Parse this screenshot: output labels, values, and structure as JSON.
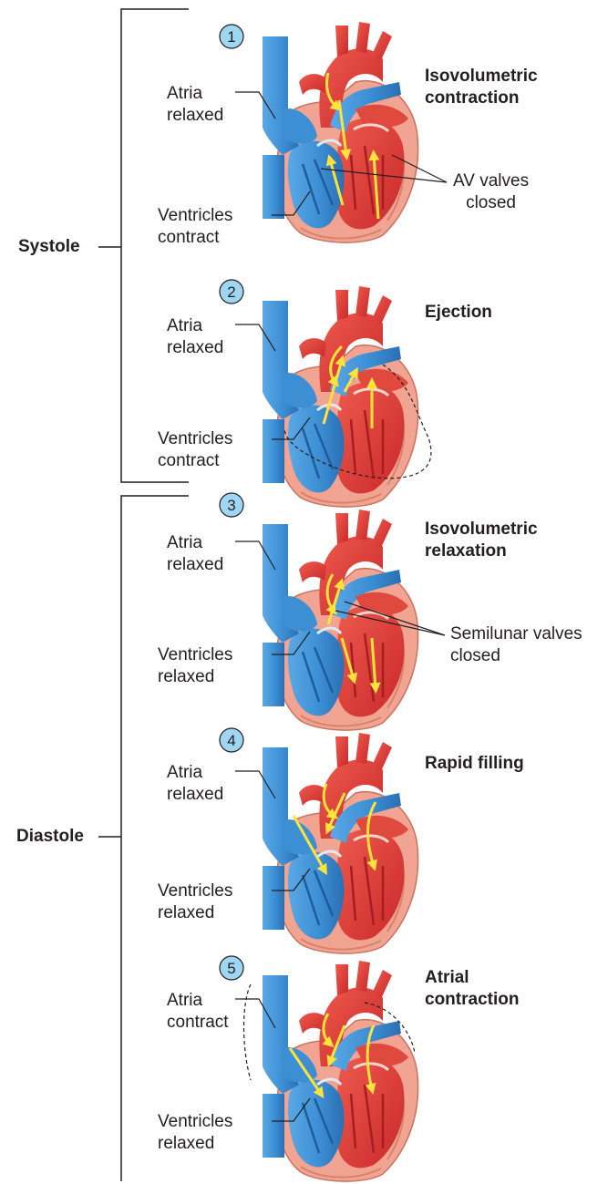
{
  "phases": {
    "systole": "Systole",
    "diastole": "Diastole"
  },
  "stages": [
    {
      "number": "1",
      "title": "Isovolumetric\ncontraction",
      "atria": "Atria\nrelaxed",
      "ventricles": "Ventricles\ncontract",
      "valve_note": "AV valves\nclosed"
    },
    {
      "number": "2",
      "title": "Ejection",
      "atria": "Atria\nrelaxed",
      "ventricles": "Ventricles\ncontract"
    },
    {
      "number": "3",
      "title": "Isovolumetric\nrelaxation",
      "atria": "Atria\nrelaxed",
      "ventricles": "Ventricles\nrelaxed",
      "valve_note": "Semilunar valves\nclosed"
    },
    {
      "number": "4",
      "title": "Rapid filling",
      "atria": "Atria\nrelaxed",
      "ventricles": "Ventricles\nrelaxed"
    },
    {
      "number": "5",
      "title": "Atrial\ncontraction",
      "atria": "Atria\ncontract",
      "ventricles": "Ventricles\nrelaxed"
    }
  ],
  "colors": {
    "badge_fill": "#9fd6f2",
    "blood_deoxygenated": "#3d8fd4",
    "blood_oxygenated": "#dd3a34",
    "myocardium": "#f0a491",
    "flow_arrow": "#ffe23b",
    "line": "#231f20"
  }
}
